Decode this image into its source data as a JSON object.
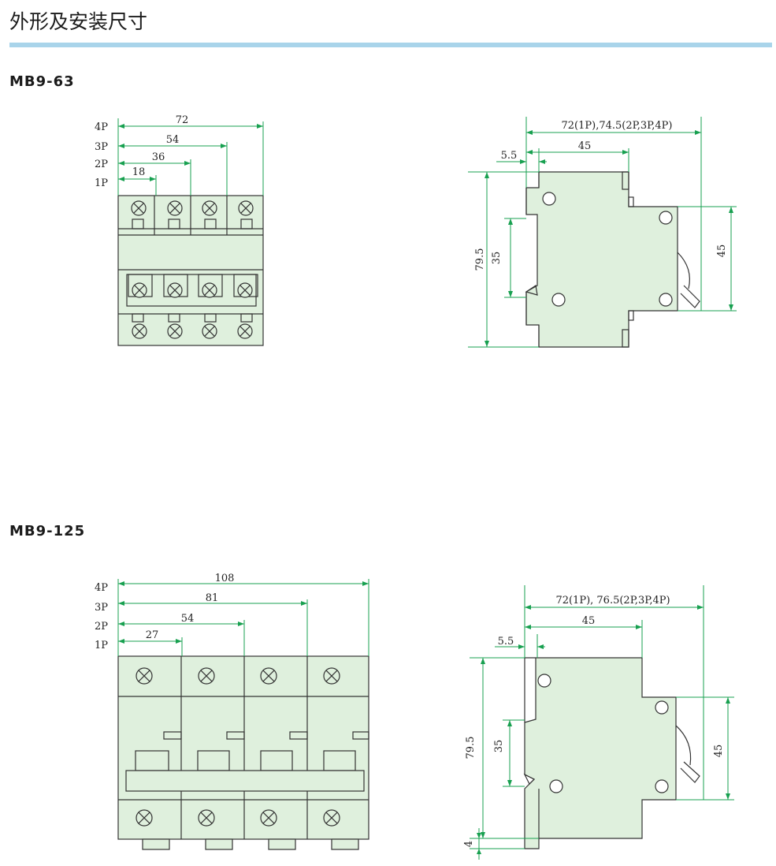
{
  "page": {
    "title": "外形及安装尺寸"
  },
  "sections": [
    {
      "label": "MB9-63",
      "front": {
        "poles": [
          "4P",
          "3P",
          "2P",
          "1P"
        ],
        "widths": [
          "72",
          "54",
          "36",
          "18"
        ]
      },
      "side": {
        "depth_total": "72(1P),74.5(2P,3P,4P)",
        "depth_front": "45",
        "rail_offset": "5.5",
        "height": "79.5",
        "rail_width": "35",
        "front_height": "45"
      }
    },
    {
      "label": "MB9-125",
      "front": {
        "poles": [
          "4P",
          "3P",
          "2P",
          "1P"
        ],
        "widths": [
          "108",
          "81",
          "54",
          "27"
        ]
      },
      "side": {
        "depth_total": "72(1P), 76.5(2P,3P,4P)",
        "depth_front": "45",
        "rail_offset": "5.5",
        "height": "79.5",
        "rail_width": "35",
        "front_height": "45",
        "rail_step": "4"
      }
    }
  ],
  "colors": {
    "dimension_line": "#18a050",
    "body_fill": "#dff0dd",
    "outline": "#333333",
    "title_rule": "#a9d4ea"
  }
}
